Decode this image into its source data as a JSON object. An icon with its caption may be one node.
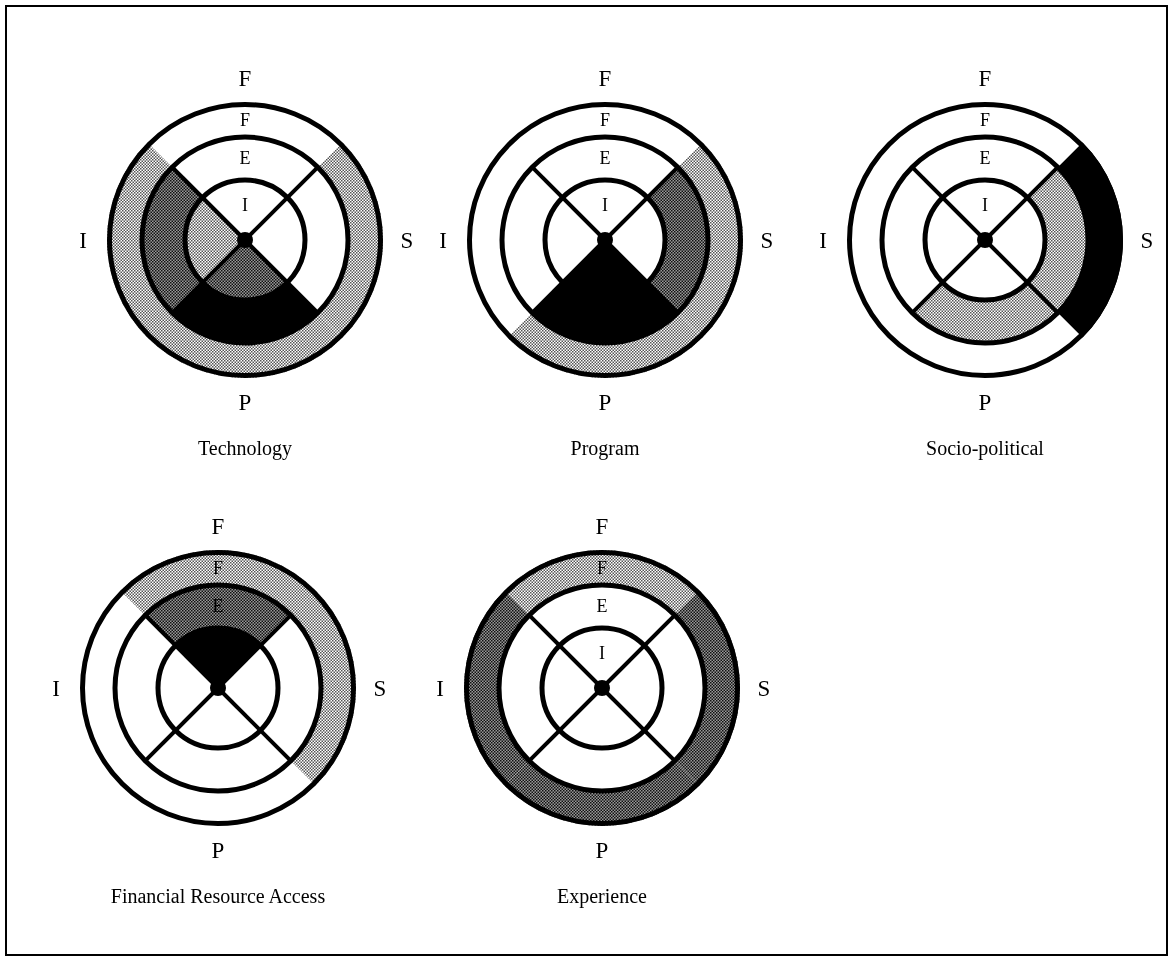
{
  "diagram": {
    "nodes": [
      {
        "text": [
          "F",
          "E",
          "I"
        ],
        "beside": [
          "F",
          "I",
          "S",
          "P",
          "Technology"
        ]
      },
      {
        "text": [
          "F",
          "E",
          "I"
        ],
        "beside": [
          "F",
          "I",
          "S",
          "P",
          "Program"
        ]
      },
      {
        "text": [
          "F",
          "E",
          "I"
        ],
        "beside": [
          "F",
          "I",
          "S",
          "P",
          "Socio-political"
        ]
      },
      {
        "text": [
          "F",
          "E"
        ],
        "beside": [
          "F",
          "I",
          "S",
          "P",
          "Financial Resource Access"
        ]
      },
      {
        "text": [
          "F",
          "E",
          "I"
        ],
        "beside": [
          "F",
          "I",
          "S",
          "P",
          "Experience"
        ]
      }
    ]
  }
}
